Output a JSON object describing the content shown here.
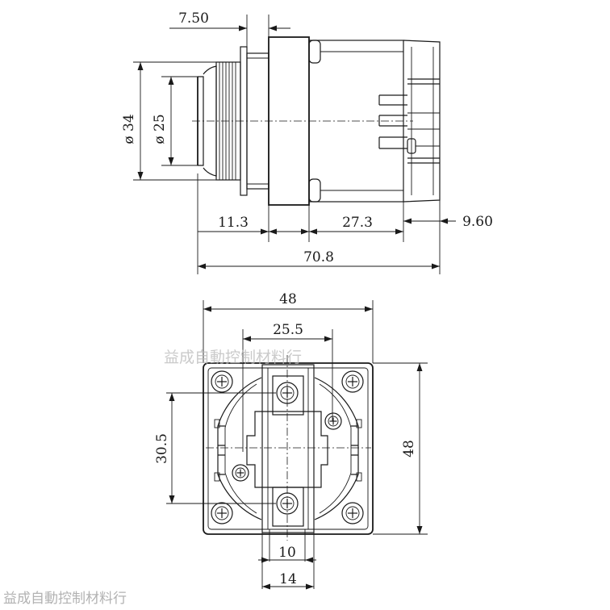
{
  "side_view": {
    "dims": {
      "d_750": "7.50",
      "d_phi34": "ø 34",
      "d_phi25": "ø 25",
      "d_113": "11.3",
      "d_273": "27.3",
      "d_960": "9.60",
      "d_708": "70.8"
    }
  },
  "front_view": {
    "dims": {
      "d_48_top": "48",
      "d_255": "25.5",
      "d_305": "30.5",
      "d_48_right": "48",
      "d_10": "10",
      "d_14": "14"
    }
  },
  "watermark": "益成自動控制材料行",
  "caption": "益成自動控制材料行"
}
